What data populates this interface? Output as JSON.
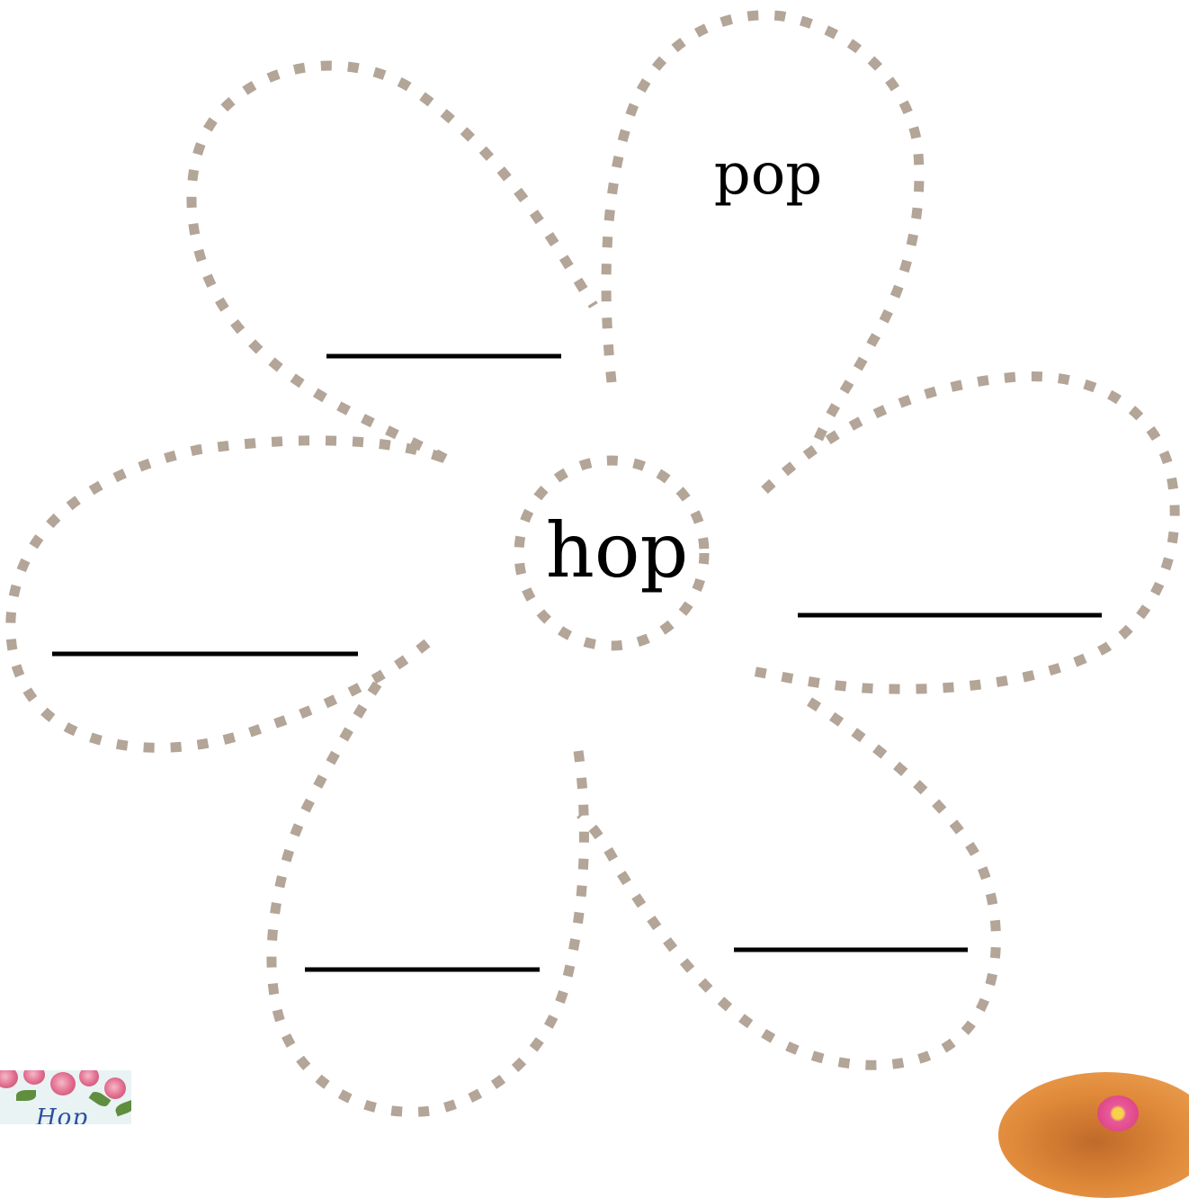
{
  "worksheet": {
    "center_word": "hop",
    "petals": [
      {
        "word": ""
      },
      {
        "word": "pop"
      },
      {
        "word": ""
      },
      {
        "word": ""
      },
      {
        "word": ""
      },
      {
        "word": ""
      }
    ],
    "colors": {
      "petal_outline": "#b3a597",
      "text": "#000000",
      "answer_line": "#000000"
    }
  },
  "corner_art": {
    "bottom_left_lettering": "Hop",
    "bottom_right": "flower-pot-picture"
  }
}
